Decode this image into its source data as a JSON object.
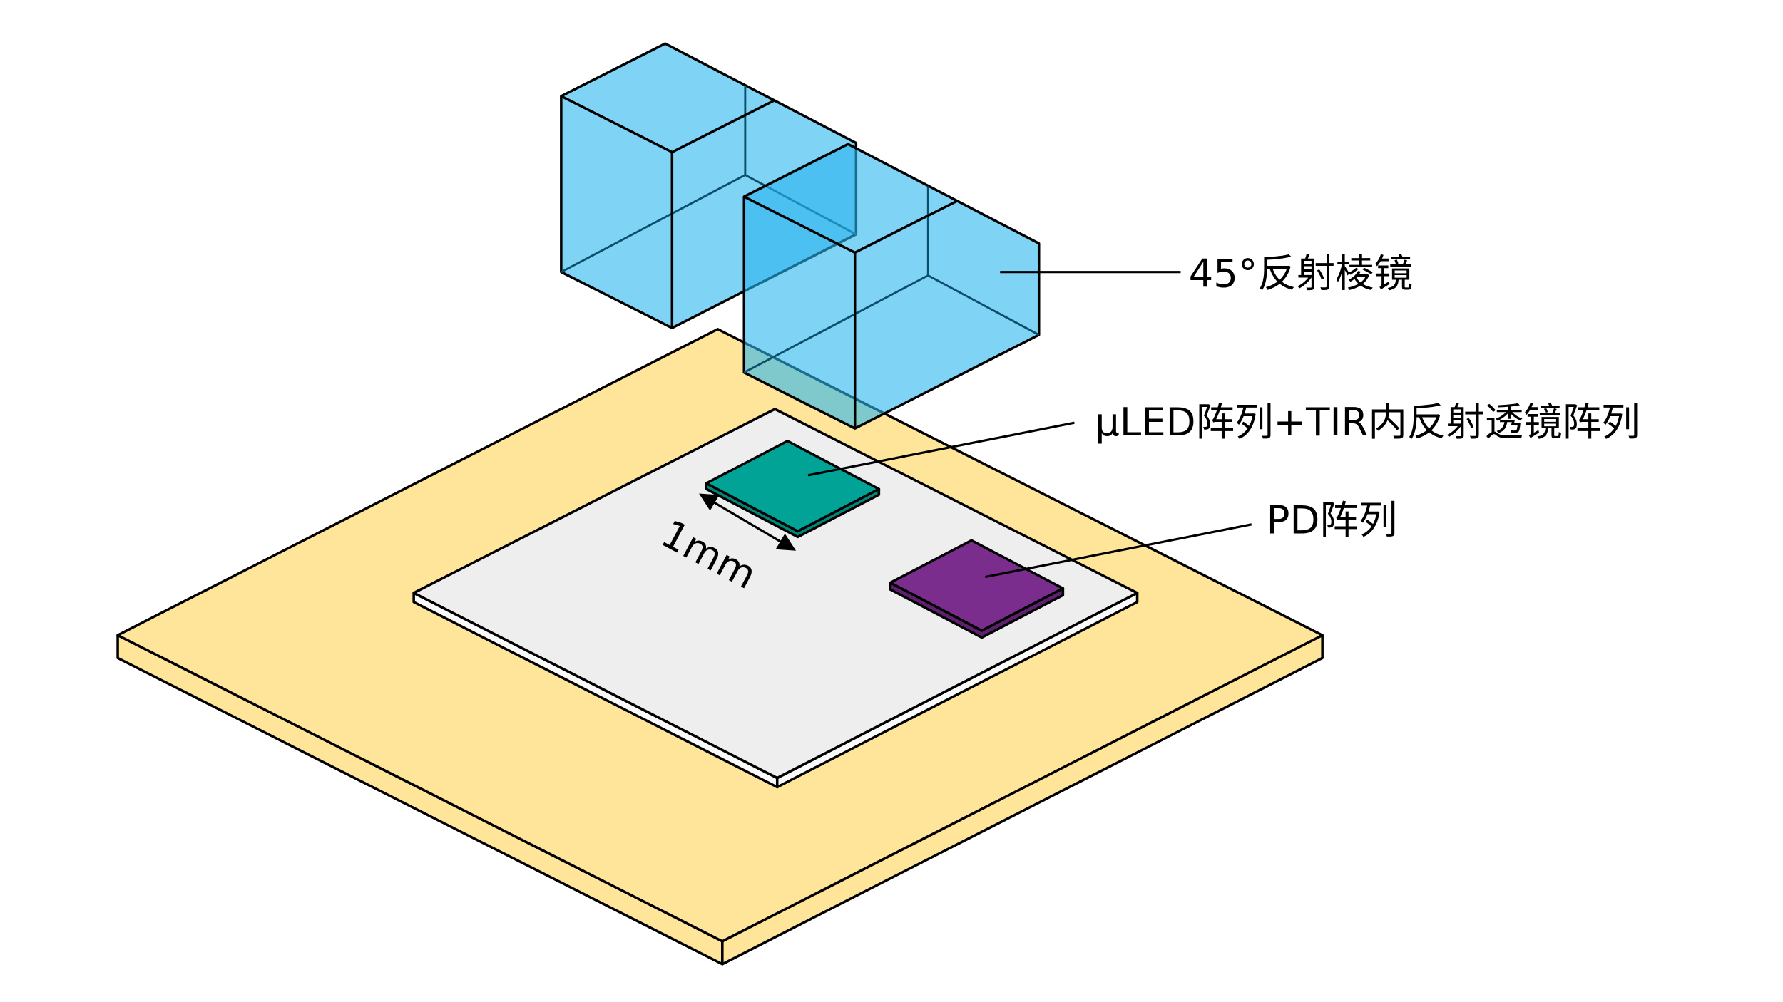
{
  "labels": {
    "prism": "45°反射棱镜",
    "led_array": "μLED阵列+TIR内反射透镜阵列",
    "pd_array": "PD阵列",
    "scale": "1mm"
  },
  "colors": {
    "board": "#fee59a",
    "plate": "#eeeeee",
    "led_chip": "#00a396",
    "pd_chip": "#7b2d8e",
    "prism": "#29b6ee"
  }
}
